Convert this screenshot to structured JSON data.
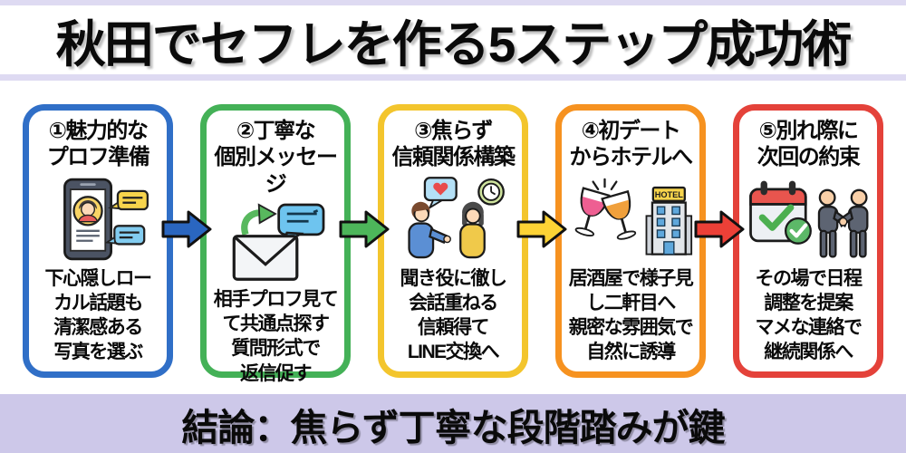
{
  "header": {
    "title": "秋田でセフレを作る5ステップ成功術"
  },
  "steps": [
    {
      "number": "1",
      "title": "①魅力的な\nプロフ準備",
      "body": "下心隠しロー\nカル話題も\n清潔感ある\n写真を選ぶ",
      "icon": "smartphone-profile-chat",
      "accent_color": "#306fc7"
    },
    {
      "number": "2",
      "title": "②丁寧な\n個別メッセージ",
      "body": "相手プロフ見て\nて共通点探す\n質問形式で\n返信促す",
      "icon": "envelope-reply-message",
      "accent_color": "#44b157"
    },
    {
      "number": "3",
      "title": "③焦らず\n信頼関係構築",
      "body": "聞き役に徹し\n会話重ねる\n信頼得て\nLINE交換へ",
      "icon": "conversation-heart-clock",
      "accent_color": "#f3c52d"
    },
    {
      "number": "4",
      "title": "④初デート\nからホテルへ",
      "body": "居酒屋で様子見\nし二軒目へ\n親密な雰囲気で\n自然に誘導",
      "icon": "toast-glasses-hotel",
      "accent_color": "#f69220",
      "hotel_sign": "HOTEL"
    },
    {
      "number": "5",
      "title": "⑤別れ際に\n次回の約束",
      "body": "その場で日程\n調整を提案\nマメな連絡で\n継続関係へ",
      "icon": "calendar-check-handshake",
      "accent_color": "#e4423a"
    }
  ],
  "arrows": [
    {
      "from": "1",
      "to": "2",
      "color": "#2a66c0"
    },
    {
      "from": "2",
      "to": "3",
      "color": "#4db65a"
    },
    {
      "from": "3",
      "to": "4",
      "color": "#fdd335"
    },
    {
      "from": "4",
      "to": "5",
      "color": "#ec4037"
    }
  ],
  "footer": {
    "conclusion": "結論：焦らず丁寧な段階踏みが鍵"
  },
  "colors": {
    "background": "#ffffff",
    "accent_strip": "#dedaf2",
    "footer_band": "#cdc8e9",
    "text": "#0a0a0a"
  }
}
